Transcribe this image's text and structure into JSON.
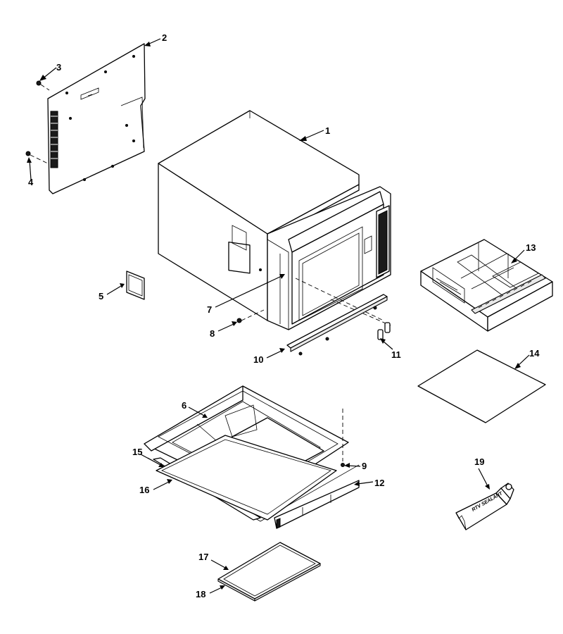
{
  "diagram": {
    "callouts": {
      "c1": "1",
      "c2": "2",
      "c3": "3",
      "c4": "4",
      "c5": "5",
      "c6": "6",
      "c7": "7",
      "c8": "8",
      "c9": "9",
      "c10": "10",
      "c11": "11",
      "c12": "12",
      "c13": "13",
      "c14": "14",
      "c15": "15",
      "c16": "16",
      "c17": "17",
      "c18": "18",
      "c19": "19"
    },
    "tube_label": "RTV SEALANT"
  }
}
